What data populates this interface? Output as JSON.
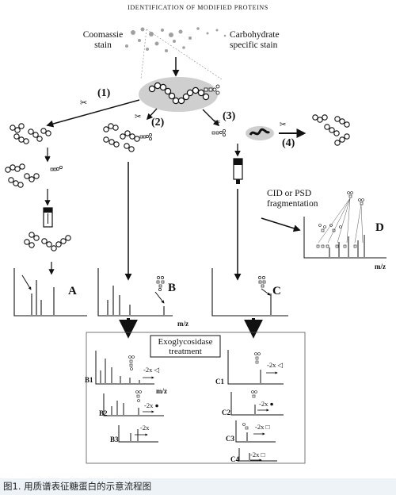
{
  "header": {
    "title": "IDENTIFICATION OF MODIFIED PROTEINS"
  },
  "gel": {
    "stain_left": "Coomassie\nstain",
    "stain_right": "Carbohydrate\nspecific stain"
  },
  "routes": {
    "r1": "(1)",
    "r2": "(2)",
    "r3": "(3)",
    "r4": "(4)"
  },
  "spectra": {
    "A": "A",
    "B": "B",
    "C": "C",
    "D": "D",
    "mz": "m/z"
  },
  "fragmentation": {
    "text": "CID or PSD\nfragmentation"
  },
  "exo": {
    "title": "Exoglycosidase\ntreatment",
    "B1": "B1",
    "B2": "B2",
    "B3": "B3",
    "C1": "C1",
    "C2": "C2",
    "C3": "C3",
    "C4": "C4",
    "loss_triangle": "-2x",
    "loss_dot": "-2x",
    "loss_square": "-2x"
  },
  "caption": "图1. 用质谱表征糖蛋白的示意流程图"
}
